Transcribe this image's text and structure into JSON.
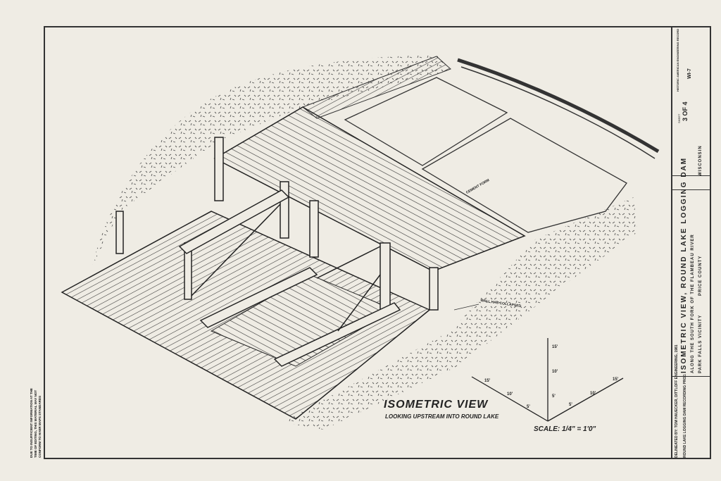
{
  "drawing": {
    "caption": "ISOMETRIC VIEW",
    "subcaption": "LOOKING UPSTREAM INTO ROUND LAKE",
    "scale": "SCALE: 1/4\" = 1'0\"",
    "annotations": [
      "WALL HAS COLLAPSED",
      "CEMENT FORM"
    ],
    "scale_axes": {
      "left_ticks": [
        "5'",
        "10'",
        "15'"
      ],
      "right_ticks": [
        "5'",
        "10'",
        "15'"
      ],
      "vertical_ticks": [
        "5'",
        "10'",
        "15'"
      ]
    }
  },
  "title_block": {
    "title": "ISOMETRIC VIEW, ROUND LAKE LOGGING DAM",
    "location": "ALONG THE SOUTH FORK OF THE FLAMBEAU RIVER",
    "vicinity": "PARK FALLS VICINITY",
    "county": "PRICE COUNTY",
    "state": "WISCONSIN",
    "sheet_label": "SHEET",
    "sheet": "3 OF 4",
    "record": "HISTORIC AMERICAN ENGINEERING RECORD",
    "record_no": "WI-7",
    "delineator": "DELINEATED BY: TOM HAUECKER, DITTLOFF ENGINEERING, 1981",
    "project": "ROUND LAKE LOGGING DAM RECORDING PROJ."
  },
  "margin_note": "DUE TO INSUFFICIENT INFORMATION AT THE TIME OF EDITING, THIS MATERIAL MAY NOT CONFORM TO HAER MAPS STANDARDS"
}
